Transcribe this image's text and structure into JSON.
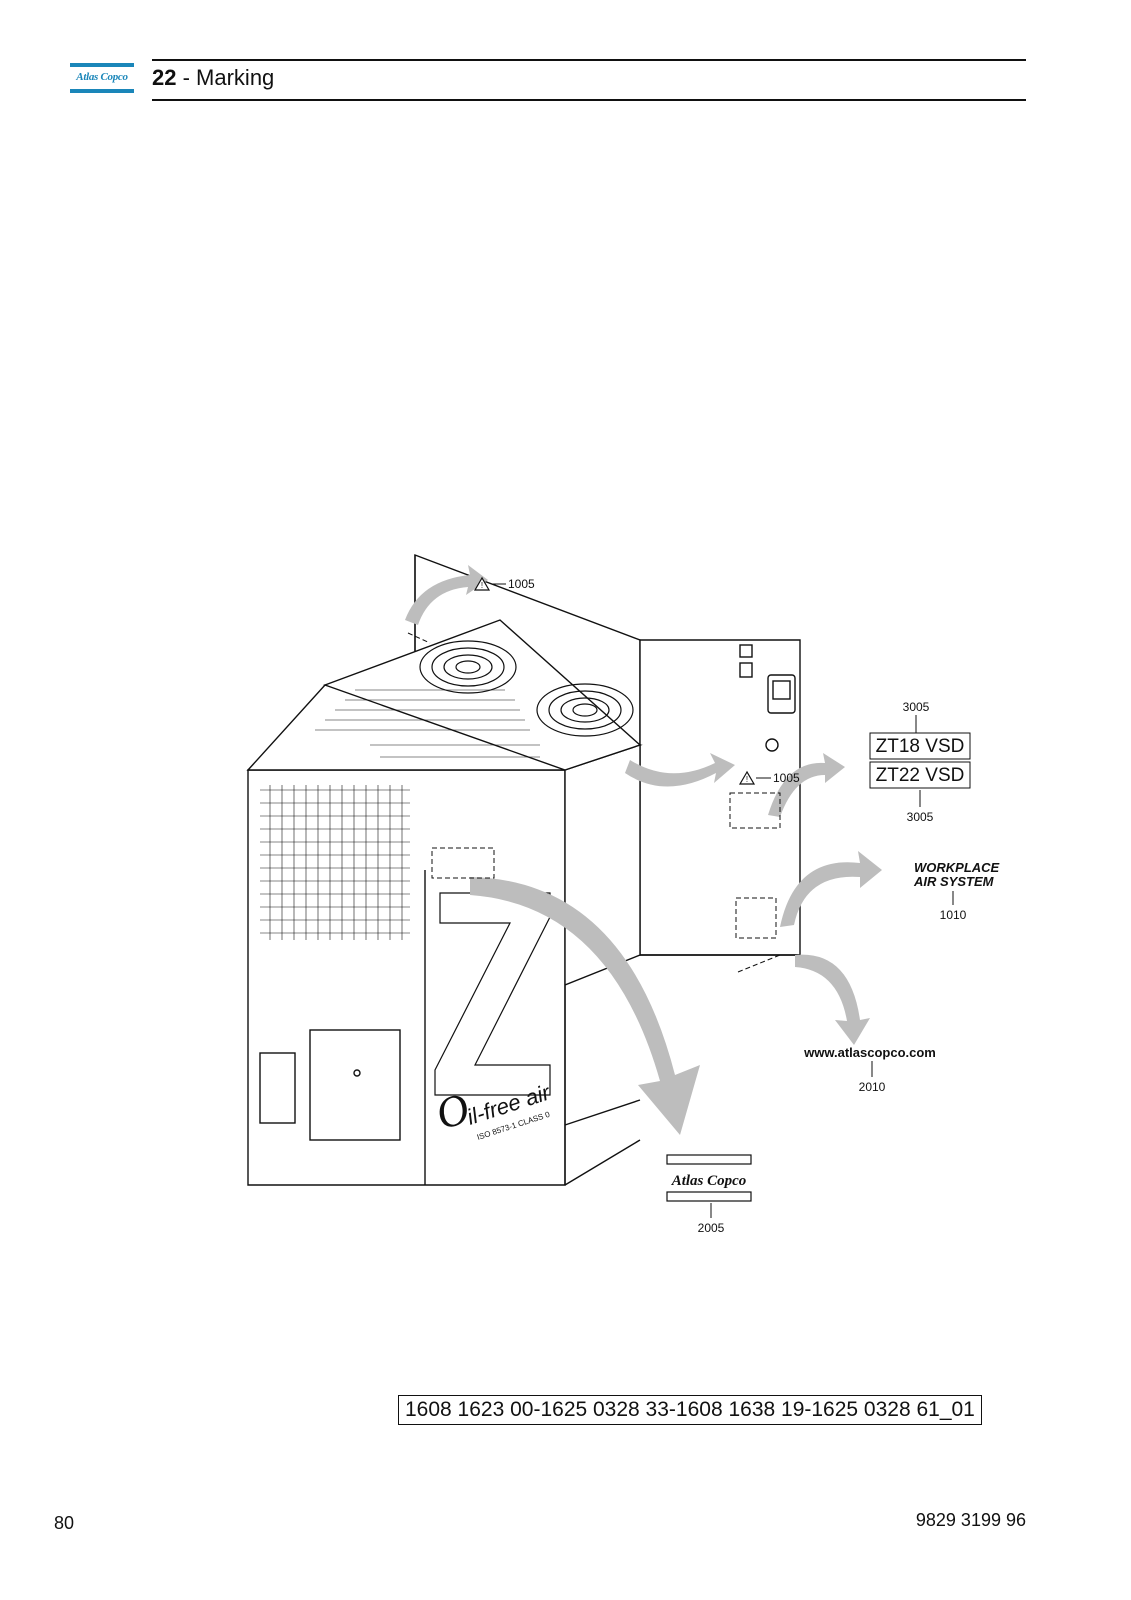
{
  "header": {
    "logo_text": "Atlas Copco",
    "chapter_number": "22",
    "chapter_separator": " - ",
    "chapter_title": "Marking"
  },
  "figure": {
    "labels": {
      "warning_top": "1005",
      "warning_mid": "1005",
      "model_top_ref": "3005",
      "model_1": "ZT18 VSD",
      "model_2": "ZT22 VSD",
      "model_bottom_ref": "3005",
      "workplace_line1": "WORKPLACE",
      "workplace_line2": "AIR SYSTEM",
      "workplace_ref": "1010",
      "website": "www.atlascopco.com",
      "website_ref": "2010",
      "atlas_logo": "Atlas Copco",
      "atlas_logo_ref": "2005",
      "oil_free_text": "il-free air",
      "oil_free_sub": "ISO 8573-1 CLASS 0"
    },
    "caption": "1608 1623 00-1625 0328 33-1608 1638 19-1625 0328 61_01"
  },
  "footer": {
    "page_number": "80",
    "document_number": "9829 3199 96"
  },
  "colors": {
    "brand": "#1a86b9",
    "arrow": "#b9b9b9",
    "line": "#111111"
  }
}
